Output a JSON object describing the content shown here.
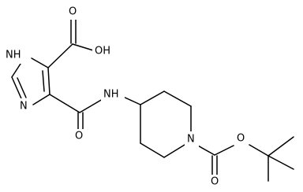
{
  "molecule": {
    "atoms": {
      "nh_imidazole": "NH",
      "n_imidazole": "N",
      "o_acid_carbonyl": "O",
      "oh_acid": "OH",
      "o_amide": "O",
      "nh_amide": "NH",
      "n_piperidine": "N",
      "o_boc_carbonyl": "O",
      "o_boc_ester": "O"
    }
  }
}
